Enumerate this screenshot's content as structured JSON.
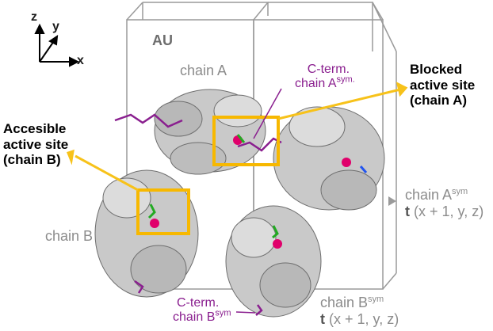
{
  "axes": {
    "z": "z",
    "y": "y",
    "x": "x"
  },
  "au_label": "AU",
  "chain_a": "chain A",
  "chain_b": "chain B",
  "cterm_a": {
    "line1": "C-term.",
    "line2": "chain A",
    "sup": "sym."
  },
  "cterm_b": {
    "line1": "C-term.",
    "line2": "chain B",
    "sup": "sym"
  },
  "blocked": {
    "line1": "Blocked",
    "line2": "active site",
    "line3": "(chain A)"
  },
  "accessible": {
    "line1": "Accesible",
    "line2": "active site",
    "line3": "(chain B)"
  },
  "chain_a_sym": {
    "name": "chain A",
    "sup": "sym",
    "t": "t",
    "coords": "(x + 1, y, z)"
  },
  "chain_b_sym": {
    "name": "chain B",
    "sup": "sym",
    "t": "t",
    "coords": "(x + 1, y, z)"
  },
  "colors": {
    "highlight_box": "#f7b800",
    "arrow": "#f7c21a",
    "cterm": "#8a1f8f",
    "protein": "#8c8c8c",
    "cell": "#9a9a9a"
  }
}
